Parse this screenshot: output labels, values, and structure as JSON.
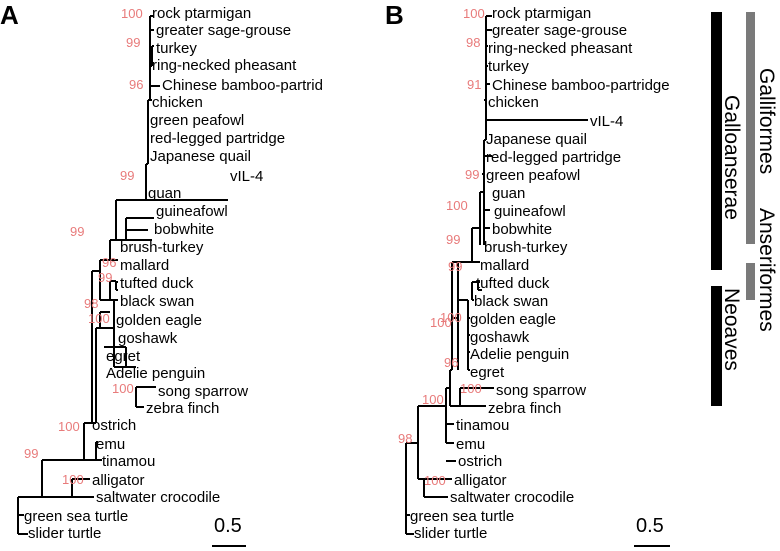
{
  "panels": [
    {
      "label": "A",
      "scale_label": "0.5"
    },
    {
      "label": "B",
      "scale_label": "0.5"
    }
  ],
  "colors": {
    "support": "#e87b7b",
    "bar_dark": "#000000",
    "bar_grey": "#7a7a7a"
  },
  "groups": {
    "galloanserae": "Galloanserae",
    "galliformes": "Galliformes",
    "anseriformes": "Anseriformes",
    "neoaves": "Neoaves"
  },
  "treeA": {
    "tips": [
      "rock ptarmigan",
      "greater sage-grouse",
      "turkey",
      "ring-necked pheasant",
      "Chinese bamboo-partrid",
      "chicken",
      "green peafowl",
      "red-legged partridge",
      "Japanese quail",
      "vIL-4",
      "guan",
      "guineafowl",
      "bobwhite",
      "brush-turkey",
      "mallard",
      "tufted duck",
      "black swan",
      "golden eagle",
      "goshawk",
      "egret",
      "Adelie penguin",
      "song sparrow",
      "zebra finch",
      "ostrich",
      "emu",
      "tinamou",
      "alligator",
      "saltwater crocodile",
      "green sea turtle",
      "slider turtle"
    ],
    "supports": [
      "100",
      "99",
      "96",
      "99",
      "99",
      "96",
      "99",
      "98",
      "100",
      "100",
      "100",
      "99",
      "100"
    ]
  },
  "treeB": {
    "tips": [
      "rock ptarmigan",
      "greater sage-grouse",
      "ring-necked pheasant",
      "turkey",
      "Chinese bamboo-partridge",
      "chicken",
      "vIL-4",
      "Japanese quail",
      "red-legged partridge",
      "green peafowl",
      "guan",
      "guineafowl",
      "bobwhite",
      "brush-turkey",
      "mallard",
      "tufted duck",
      "black swan",
      "golden eagle",
      "goshawk",
      "Adelie penguin",
      "egret",
      "song sparrow",
      "zebra finch",
      "tinamou",
      "emu",
      "ostrich",
      "alligator",
      "saltwater crocodile",
      "green sea turtle",
      "slider turtle"
    ],
    "supports": [
      "100",
      "98",
      "91",
      "99",
      "100",
      "99",
      "99",
      "100",
      "100",
      "96",
      "100",
      "100",
      "100",
      "98"
    ]
  }
}
